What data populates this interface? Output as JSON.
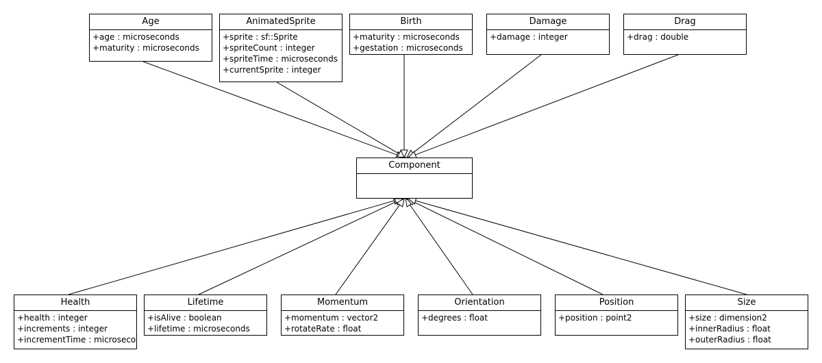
{
  "diagram": {
    "parent": {
      "name": "Component",
      "attributes": []
    },
    "classes_top": [
      {
        "name": "Age",
        "attributes": [
          "+age : microseconds",
          "+maturity : microseconds"
        ]
      },
      {
        "name": "AnimatedSprite",
        "attributes": [
          "+sprite : sf::Sprite",
          "+spriteCount : integer",
          "+spriteTime : microseconds",
          "+currentSprite : integer"
        ]
      },
      {
        "name": "Birth",
        "attributes": [
          "+maturity : microseconds",
          "+gestation : microseconds"
        ]
      },
      {
        "name": "Damage",
        "attributes": [
          "+damage : integer"
        ]
      },
      {
        "name": "Drag",
        "attributes": [
          "+drag : double"
        ]
      }
    ],
    "classes_bottom": [
      {
        "name": "Health",
        "attributes": [
          "+health : integer",
          "+increments : integer",
          "+incrementTime : microseconds"
        ]
      },
      {
        "name": "Lifetime",
        "attributes": [
          "+isAlive : boolean",
          "+lifetime : microseconds"
        ]
      },
      {
        "name": "Momentum",
        "attributes": [
          "+momentum : vector2",
          "+rotateRate : float"
        ]
      },
      {
        "name": "Orientation",
        "attributes": [
          "+degrees : float"
        ]
      },
      {
        "name": "Position",
        "attributes": [
          "+position : point2"
        ]
      },
      {
        "name": "Size",
        "attributes": [
          "+size : dimension2",
          "+innerRadius : float",
          "+outerRadius : float"
        ]
      }
    ],
    "relationship": "generalization"
  }
}
